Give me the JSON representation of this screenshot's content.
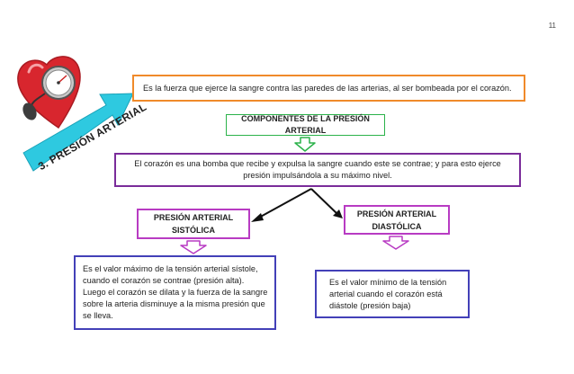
{
  "page_number": "11",
  "section_title": "3. PRESIÓN ARTERIAL",
  "definition": "Es la fuerza que ejerce la sangre contra las paredes de las arterias, al ser bombeada por el corazón.",
  "components_heading": "COMPONENTES DE LA PRESIÓN ARTERIAL",
  "heart_explanation": "El corazón es una bomba que recibe y expulsa la sangre cuando este se contrae; y para esto ejerce presión impulsándola a su máximo nivel.",
  "sistolica": {
    "title": "PRESIÓN ARTERIAL SISTÓLICA",
    "description": "Es el valor máximo de la tensión arterial sístole, cuando el corazón se contrae (presión alta). Luego el corazón se dilata y la fuerza de la sangre sobre la arteria disminuye a la misma presión que se lleva."
  },
  "diastolica": {
    "title": "PRESIÓN ARTERIAL DIASTÓLICA",
    "description": "Es el valor mínimo de la tensión arterial cuando el corazón está diástole (presión baja)"
  },
  "colors": {
    "orange": "#f08a2a",
    "green": "#2bb24a",
    "purple": "#7a2c9a",
    "magenta": "#b83bc3",
    "indigo": "#4340b8",
    "cyan_banner": "#2ec9e0",
    "heart_red": "#d8262e"
  },
  "icons": [
    "heart-blood-pressure-icon",
    "down-arrow-icon"
  ]
}
